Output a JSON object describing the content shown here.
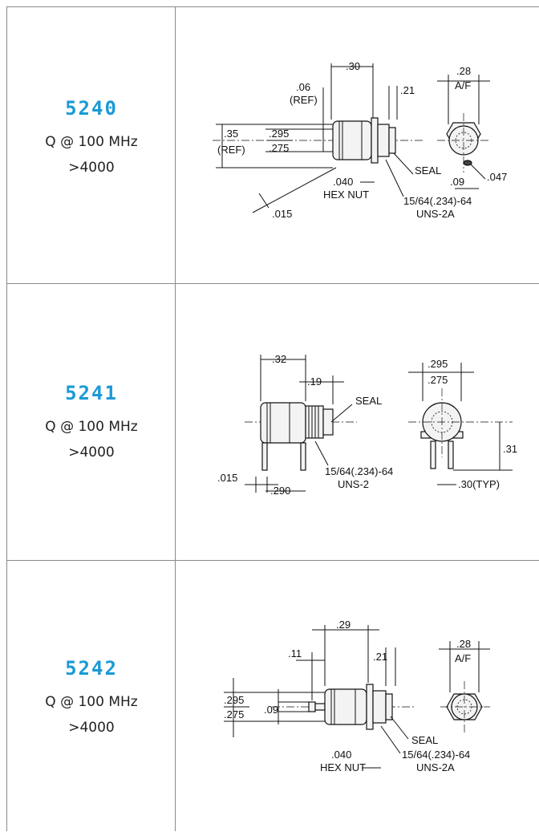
{
  "parts": [
    {
      "number": "5240",
      "q_label": "Q @ 100 MHz",
      "q_value": ">4000",
      "dims": {
        "d030": ".30",
        "d006": ".06",
        "dref": "(REF)",
        "d021": ".21",
        "d028": ".28",
        "daf": "A/F",
        "d035": ".35",
        "dref2": "(REF)",
        "d0295": ".295",
        "d0275": ".275",
        "seal": "SEAL",
        "d009": ".09",
        "d0047": ".047",
        "d0040": ".040",
        "hexnut": "HEX NUT",
        "thread": "15/64(.234)-64",
        "uns": "UNS-2A",
        "d0015": ".015"
      }
    },
    {
      "number": "5241",
      "q_label": "Q @ 100 MHz",
      "q_value": ">4000",
      "dims": {
        "d032": ".32",
        "d019": ".19",
        "seal": "SEAL",
        "d0295": ".295",
        "d0275": ".275",
        "d031": ".31",
        "d0015": ".015",
        "d0290": ".290",
        "thread": "15/64(.234)-64",
        "uns": "UNS-2",
        "typ": ".30(TYP)"
      }
    },
    {
      "number": "5242",
      "q_label": "Q @ 100 MHz",
      "q_value": ">4000",
      "dims": {
        "d029": ".29",
        "d011": ".11",
        "d021": ".21",
        "d028": ".28",
        "daf": "A/F",
        "d0295": ".295",
        "d0275": ".275",
        "d009": ".09",
        "seal": "SEAL",
        "d0040": ".040",
        "hexnut": "HEX NUT",
        "thread": "15/64(.234)-64",
        "uns": "UNS-2A"
      }
    }
  ]
}
